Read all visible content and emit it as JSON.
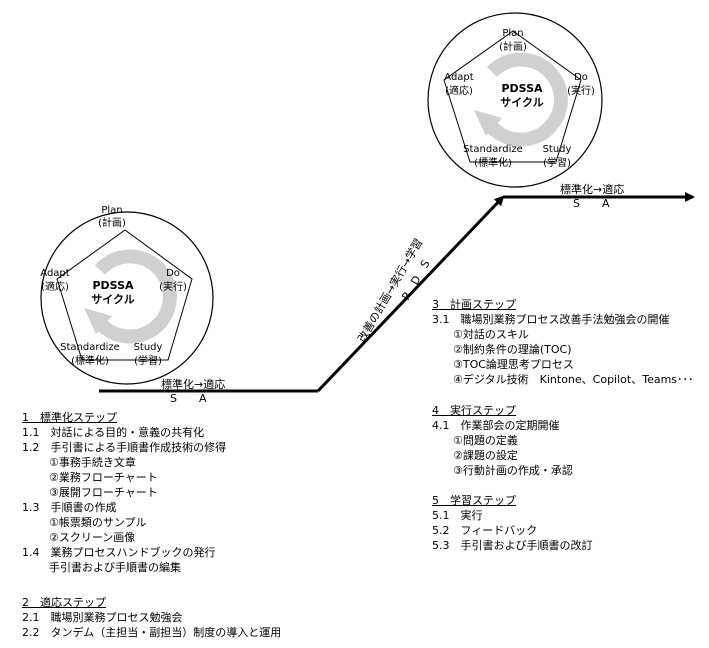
{
  "cycle1": {
    "plan": "Plan",
    "plan_ja": "(計画)",
    "do": "Do",
    "do_ja": "(実行)",
    "study": "Study",
    "study_ja": "(学習)",
    "standardize": "Standardize",
    "standardize_ja": "(標準化)",
    "adapt": "Adapt",
    "adapt_ja": "(適応)",
    "center1": "PDSSA",
    "center2": "サイクル"
  },
  "cycle2": {
    "plan": "Plan",
    "plan_ja": "(計画)",
    "do": "Do",
    "do_ja": "(実行)",
    "study": "Study",
    "study_ja": "(学習)",
    "standardize": "Standardize",
    "standardize_ja": "(標準化)",
    "adapt": "Adapt",
    "adapt_ja": "(適応)",
    "center1": "PDSSA",
    "center2": "サイクル"
  },
  "flow": {
    "low_label": "標準化→適応",
    "low_letters": "S　　A",
    "diag_label": "改善の計画→実行→学習",
    "diag_letters": "P　D　S",
    "high_label": "標準化→適応",
    "high_letters": "S　　A"
  },
  "step1": {
    "heading": "1　標準化ステップ",
    "items": [
      "1.1　対話による目的・意義の共有化",
      "1.2　手引書による手順書作成技術の修得"
    ],
    "sub12": [
      "①事務手続き文章",
      "②業務フローチャート",
      "③展開フローチャート"
    ],
    "item13": "1.3　手順書の作成",
    "sub13": [
      "①帳票類のサンプル",
      "②スクリーン画像"
    ],
    "item14": "1.4　業務プロセスハンドブックの発行",
    "item14b": "手引書および手順書の編集"
  },
  "step2": {
    "heading": "2　適応ステップ",
    "items": [
      "2.1　職場別業務プロセス勉強会",
      "2.2　タンデム（主担当・副担当）制度の導入と運用"
    ]
  },
  "step3": {
    "heading": "3　計画ステップ",
    "item": "3.1　職場別業務プロセス改善手法勉強会の開催",
    "sub": [
      "①対話のスキル",
      "②制約条件の理論(TOC)",
      "③TOC論理思考プロセス",
      "④デジタル技術　Kintone、Copilot、Teams･･･"
    ]
  },
  "step4": {
    "heading": "4　実行ステップ",
    "item": "4.1　作業部会の定期開催",
    "sub": [
      "①問題の定義",
      "②課題の設定",
      "③行動計画の作成・承認"
    ]
  },
  "step5": {
    "heading": "5　学習ステップ",
    "items": [
      "5.1　実行",
      "5.2　フィードバック",
      "5.3　手引書および手順書の改訂"
    ]
  }
}
